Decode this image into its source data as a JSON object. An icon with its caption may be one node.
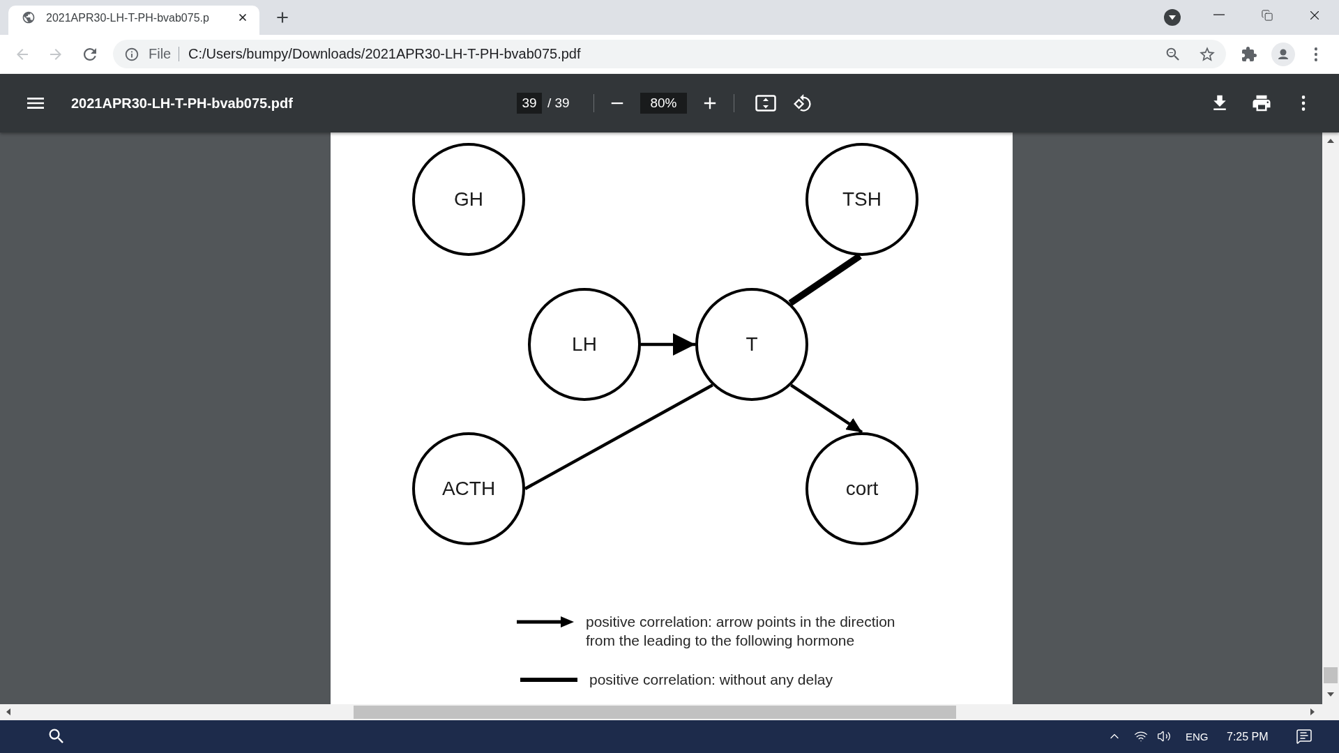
{
  "diagram": {
    "nodes": [
      {
        "text": [
          "GH"
        ]
      },
      {
        "text": [
          "TSH"
        ]
      },
      {
        "text": [
          "LH"
        ]
      },
      {
        "text": [
          "T"
        ]
      },
      {
        "text": [
          "ACTH"
        ]
      },
      {
        "text": [
          "cort"
        ]
      }
    ],
    "edges": [
      {
        "from": 2,
        "to": 3,
        "arrow": "to"
      },
      {
        "from": 1,
        "to": 3,
        "arrow": "none",
        "style": "thick"
      },
      {
        "from": 4,
        "to": 3,
        "arrow": "none"
      },
      {
        "from": 3,
        "to": 5,
        "arrow": "to"
      }
    ],
    "labels": [
      "2021APR30-LH-T-PH-bvab075.p",
      "File",
      "C:/Users/bumpy/Downloads/2021APR30-LH-T-PH-bvab075.pdf",
      "2021APR30-LH-T-PH-bvab075.pdf",
      "39",
      "/ 39",
      "80%",
      "ENG",
      "7:25 PM"
    ],
    "legend": [
      {
        "text": "positive correlation: arrow points in the direction from the leading to the following hormone"
      },
      {
        "text": "positive correlation: without any delay"
      }
    ]
  }
}
